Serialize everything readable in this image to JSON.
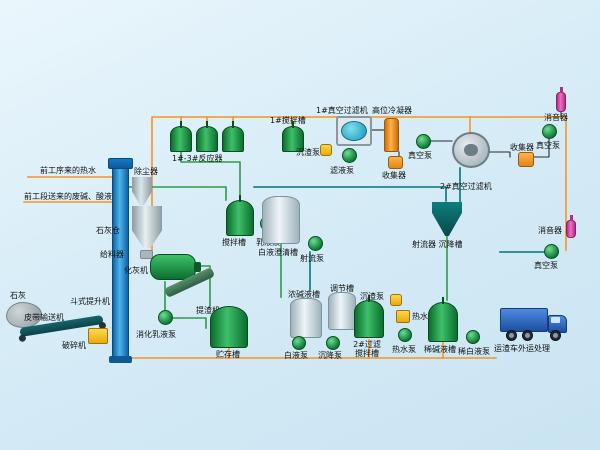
{
  "diagram": {
    "annotations": {
      "hot_water_in": "前工序来的热水",
      "waste_liquor_in": "前工段送来的废碱、酸液"
    },
    "equipment": {
      "lime": "石灰",
      "belt_conveyor": "皮带输送机",
      "crusher": "破碎机",
      "bucket_elevator": "斗式提升机",
      "dust_collector": "除尘器",
      "lime_silo": "石灰仓",
      "feeder": "给料器",
      "lime_slaker": "化灰机",
      "slaking_emulsion_pump": "消化乳液泵",
      "slag_extractor": "提渣机",
      "storage_tank": "贮存槽",
      "reactors_1_3": "1#-3#反应器",
      "mixing_tank": "搅拌槽",
      "emulsion_pump": "乳液泵",
      "white_liquor_clarifier": "白液澄清槽",
      "jet_pump": "射流泵",
      "mixing_tank_1": "1#搅拌槽",
      "sediment_pump_1": "沉渣泵",
      "filtrate_pump": "滤液泵",
      "vacuum_filter_1": "1#真空过滤机",
      "high_level_condenser": "高位冷凝器",
      "collector_1": "收集器",
      "vacuum_pump_1": "真空泵",
      "vacuum_filter_2": "2#真空过滤机",
      "collector_2": "收集器",
      "vacuum_pump_2": "真空泵",
      "muffler_1": "消音器",
      "muffler_2": "消音器",
      "vacuum_pump_3": "真空泵",
      "jet_settling_tank": "射流器 沉降槽",
      "strong_alkali_tank": "浓碱液槽",
      "regulating_tank": "调节槽",
      "white_liquor_pump": "白液泵",
      "settling_pump": "沉降泵",
      "filter2_mixing_tank": "2#过滤 搅拌槽",
      "sediment_pump_2": "沉渣泵",
      "hot_water_pump_a": "热水泵",
      "hot_water_pump_b": "热水泵",
      "dilute_alkali_tank": "稀碱液槽",
      "dilute_white_liquor_pump": "稀白液泵",
      "slag_truck": "运渣车外运处理"
    },
    "colors": {
      "background": "#d7ecf7",
      "pipe_orange": "#f7941e",
      "pipe_green": "#2e9b47",
      "pipe_teal": "#00747a",
      "pipe_black": "#2b2b2b",
      "tank_green": "#2e9b47",
      "tank_light": "#e8eff2",
      "elevator_blue": "#1478c4",
      "device_orange": "#f0941e",
      "muffler_pink": "#d54a9c",
      "truck_blue": "#2f6fd0"
    }
  }
}
